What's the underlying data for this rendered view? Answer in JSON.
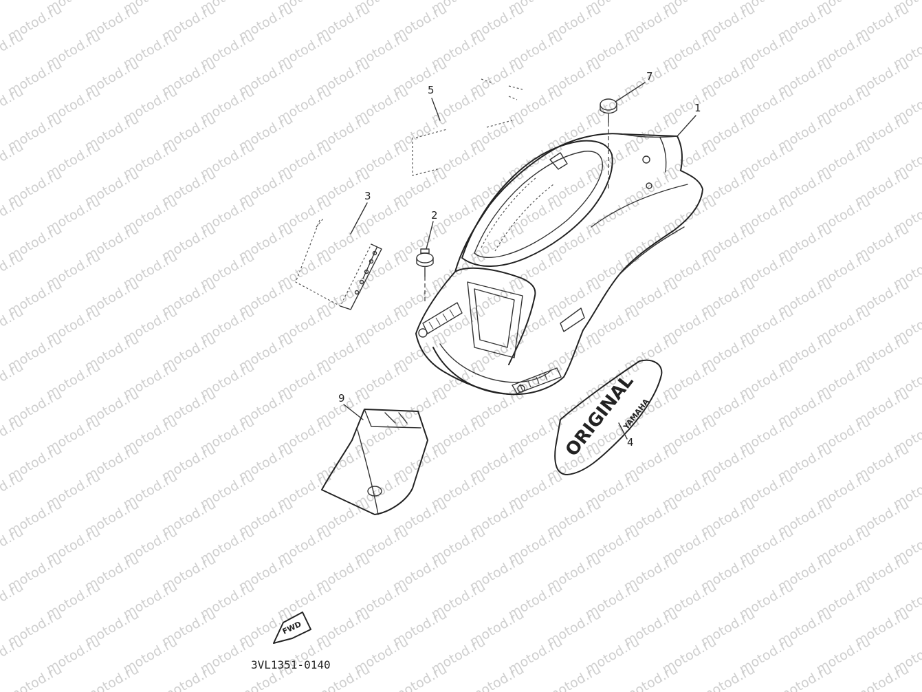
{
  "watermark": {
    "text": "motod.ru",
    "color": "#cfcfcf"
  },
  "callouts": [
    "1",
    "2",
    "3",
    "4",
    "5",
    "7",
    "9"
  ],
  "decal": {
    "brand": "ORIGINAL",
    "maker": "YAMAHA"
  },
  "fwd_marker": {
    "label": "FWD"
  },
  "diagram_code": "3VL1351-0140"
}
